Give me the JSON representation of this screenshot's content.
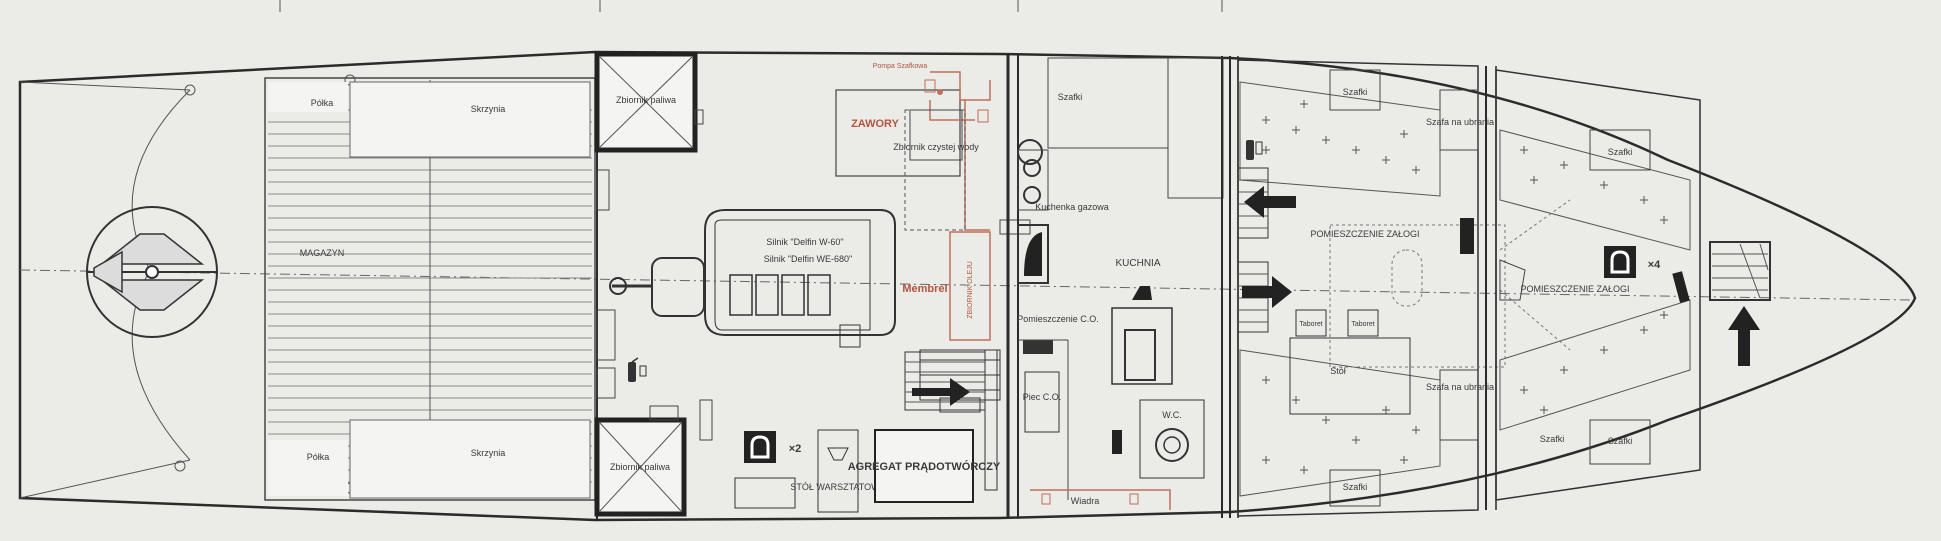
{
  "labels": {
    "polka_top": "Półka",
    "skrzynia_top": "Skrzynia",
    "magazyn": "MAGAZYN",
    "polka_bottom": "Półka",
    "skrzynia_bottom": "Skrzynia",
    "zbiornik_top": "Zbiornik paliwa",
    "zbiornik_bottom": "Zbiornik paliwa",
    "pompa": "Pompa Szafkowa",
    "zawory": "ZAWORY",
    "zbiornik_wody": "Zbiornik czystej wody",
    "silnik_a": "Silnik \"Delfin W-60\"",
    "silnik_b": "Silnik \"Delfin WE-680\"",
    "zbiornik_oleju": "ZBIORNIK OLEJU",
    "membrel": "Membrel",
    "x2": "×2",
    "stol_warsztatowy": "STÓŁ WARSZTATOWY",
    "agregat": "AGREGAT PRĄDOTWÓRCZY",
    "szafki_kuchnia": "Szafki",
    "kuchenka": "Kuchenka gazowa",
    "kuchnia": "KUCHNIA",
    "pomieszczenie_co": "Pomieszczenie C.O.",
    "piec": "Piec C.O.",
    "wc": "W.C.",
    "wiadra": "Wiadra",
    "szafki_1": "Szafki",
    "szafa_1": "Szafa na ubrania",
    "pomieszczenie_zalogi_1": "POMIESZCZENIE ZAŁOGI",
    "stol": "Stół",
    "taboret_1": "Taboret",
    "taboret_2": "Taboret",
    "szafa_2": "Szafa na ubrania",
    "szafki_2": "Szafki",
    "szafki_3": "Szafki",
    "pomieszczenie_zalogi_2": "POMIESZCZENIE ZAŁOGI",
    "x4": "×4",
    "szafki_4": "Szafki",
    "szafki_5": "Szafki"
  },
  "icons": {
    "helm": "ship-wheel-icon",
    "life_jacket": "life-jacket-icon",
    "fire_extinguisher": "fire-extinguisher-icon",
    "stairs": "stairs-icon",
    "direction_arrow": "arrow-icon"
  }
}
